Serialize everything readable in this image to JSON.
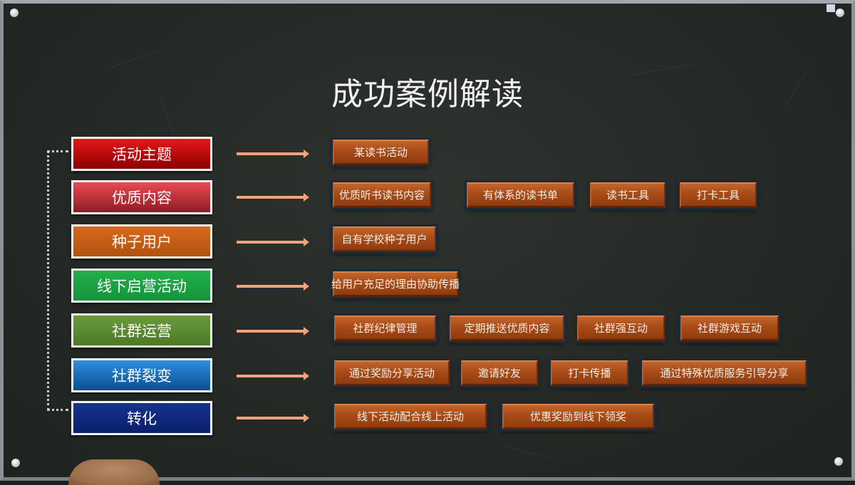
{
  "title": "成功案例解读",
  "colors": {
    "board": "#262a27",
    "arrow": "#f0a47c",
    "tag": "#a84b17"
  },
  "rows": [
    {
      "label": "活动主题",
      "color_top": "#e8161a",
      "color_bottom": "#8a0000",
      "tags": [
        {
          "text": "某读书活动"
        }
      ]
    },
    {
      "label": "优质内容",
      "color_top": "#ea4a52",
      "color_bottom": "#8e1c24",
      "tags": [
        {
          "text": "优质听书读书内容"
        },
        {
          "text": "有体系的读书单"
        },
        {
          "text": "读书工具"
        },
        {
          "text": "打卡工具"
        }
      ]
    },
    {
      "label": "种子用户",
      "color_top": "#d96a1e",
      "color_bottom": "#b0520e",
      "tags": [
        {
          "text": "自有学校种子用户"
        }
      ]
    },
    {
      "label": "线下启营活动",
      "color_top": "#22b04a",
      "color_bottom": "#14933a",
      "tags": [
        {
          "text": "给用户充足的理由协助传播"
        }
      ]
    },
    {
      "label": "社群运营",
      "color_top": "#6a9a3c",
      "color_bottom": "#4d7a26",
      "tags": [
        {
          "text": "社群纪律管理"
        },
        {
          "text": "定期推送优质内容"
        },
        {
          "text": "社群强互动"
        },
        {
          "text": "社群游戏互动"
        }
      ]
    },
    {
      "label": "社群裂变",
      "color_top": "#2c8fe0",
      "color_bottom": "#0c4f92",
      "tags": [
        {
          "text": "通过奖励分享活动"
        },
        {
          "text": "邀请好友"
        },
        {
          "text": "打卡传播"
        },
        {
          "text": "通过特殊优质服务引导分享"
        }
      ]
    },
    {
      "label": "转化",
      "color_top": "#17338f",
      "color_bottom": "#0a1f6a",
      "tags": [
        {
          "text": "线下活动配合线上活动"
        },
        {
          "text": "优惠奖励到线下领奖"
        }
      ]
    }
  ]
}
